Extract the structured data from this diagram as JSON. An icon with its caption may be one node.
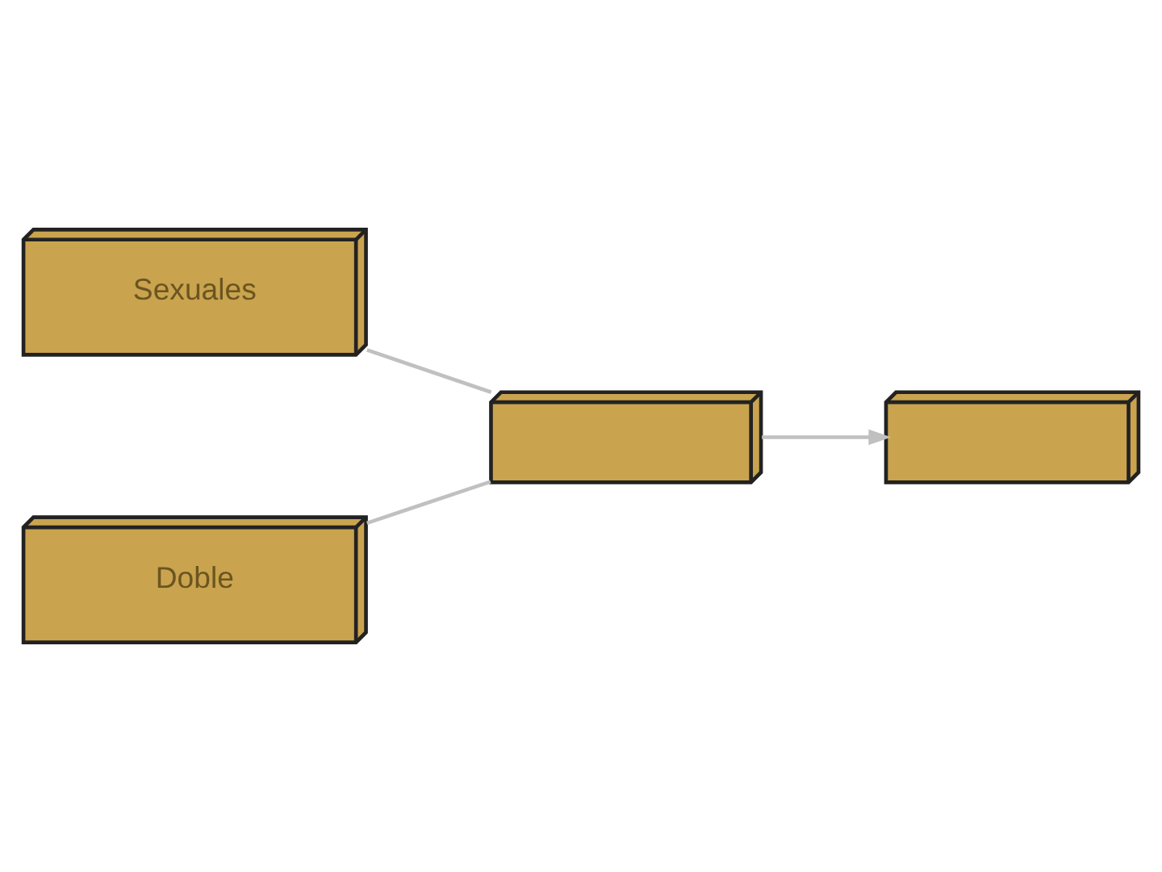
{
  "diagram": {
    "nodes": [
      {
        "text": [
          "Sexuales"
        ]
      },
      {
        "text": [
          "Doble"
        ]
      },
      {
        "text": [],
        "shape": "box"
      },
      {
        "text": [],
        "shape": "box"
      }
    ],
    "edges": [
      {
        "from": 0,
        "to": 2,
        "arrow": "none",
        "color": "#c0c0c0"
      },
      {
        "from": 1,
        "to": 2,
        "arrow": "none",
        "color": "#c0c0c0"
      },
      {
        "from": 2,
        "to": 3,
        "arrow": "to",
        "color": "#c0c0c0"
      }
    ]
  }
}
